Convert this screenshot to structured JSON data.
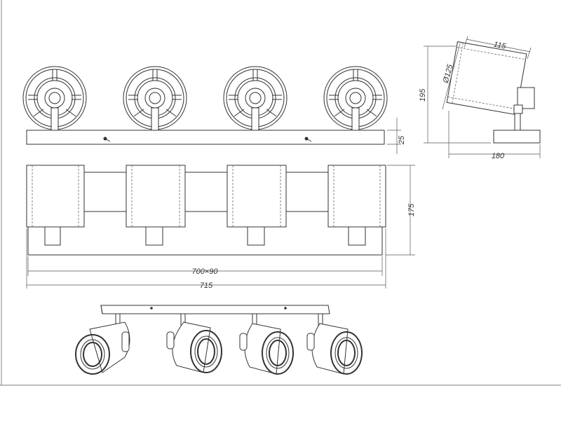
{
  "dimensions": {
    "top_height_bar": "25",
    "side_cylinder_width": "115",
    "side_diameter": "Ø125",
    "side_total_height": "195",
    "side_base_width": "180",
    "front_height": "175",
    "front_base": "700×90",
    "front_total_width": "715"
  },
  "colors": {
    "line": "#333333",
    "background": "#ffffff"
  }
}
